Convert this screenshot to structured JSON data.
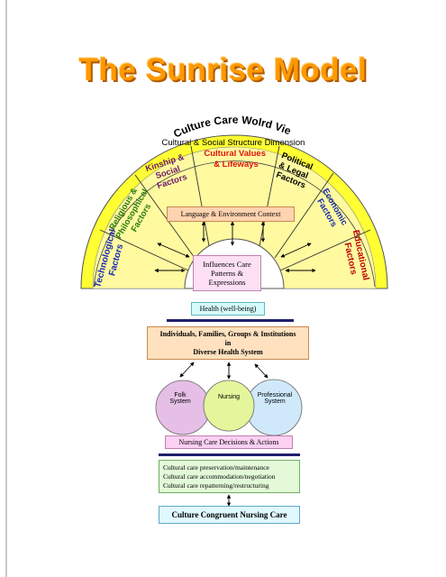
{
  "title": "The Sunrise Model",
  "arc": {
    "heading": "Culture Care Wolrd View",
    "subheading": "Cultural & Social Structure Dimension"
  },
  "factors": [
    {
      "id": "technological",
      "lines": [
        "Technological",
        "Factors"
      ],
      "color": "#1a2bb0"
    },
    {
      "id": "religious",
      "lines": [
        "Religious &",
        "Philosophical",
        "Factors"
      ],
      "color": "#2a7a10"
    },
    {
      "id": "kinship",
      "lines": [
        "Kinship &",
        "Social",
        "Factors"
      ],
      "color": "#6a1a6a"
    },
    {
      "id": "cultural",
      "lines": [
        "Cultural Values",
        "& Lifeways"
      ],
      "color": "#e01010"
    },
    {
      "id": "political",
      "lines": [
        "Political",
        "& Legal",
        "Factors"
      ],
      "color": "#000000"
    },
    {
      "id": "economic",
      "lines": [
        "Economic",
        "Factors"
      ],
      "color": "#1a2bb0"
    },
    {
      "id": "educational",
      "lines": [
        "Educational",
        "Factors"
      ],
      "color": "#c00000"
    }
  ],
  "language_context": "Language & Environment Context",
  "influences": [
    "Influences Care",
    "Patterns &",
    "Expressions"
  ],
  "health": "Health (well-being)",
  "individuals": [
    "Individuals, Families, Groups & Institutions",
    "in",
    "Diverse Health System"
  ],
  "systems": {
    "folk": [
      "Folk",
      "System"
    ],
    "nursing": "Nursing",
    "professional": [
      "Professional",
      "System"
    ]
  },
  "decisions": "Nursing Care Decisions & Actions",
  "actions": [
    "Cultural care preservation/maintenance",
    "Cultural care accommodation/negotiation",
    "Cultural care repatterning/restructuring"
  ],
  "congruent": "Culture Congruent Nursing Care",
  "colors": {
    "arc_fill": "#ffff33",
    "arc_inner": "#fffaa0",
    "title": "#ff9900",
    "language_box": "#ffd3b0",
    "influences_box": "#fde0f4",
    "health_box": "#d6fbfb",
    "individuals_box": "#ffe1bf",
    "folk_circle": "#e6bfe6",
    "nursing_circle": "#e4f59c",
    "professional_circle": "#cfe9fb",
    "decisions_box": "#fbd0f2",
    "actions_box": "#e3f9d8",
    "congruent_box": "#e0f8ff",
    "rule": "#1f1f6e"
  }
}
